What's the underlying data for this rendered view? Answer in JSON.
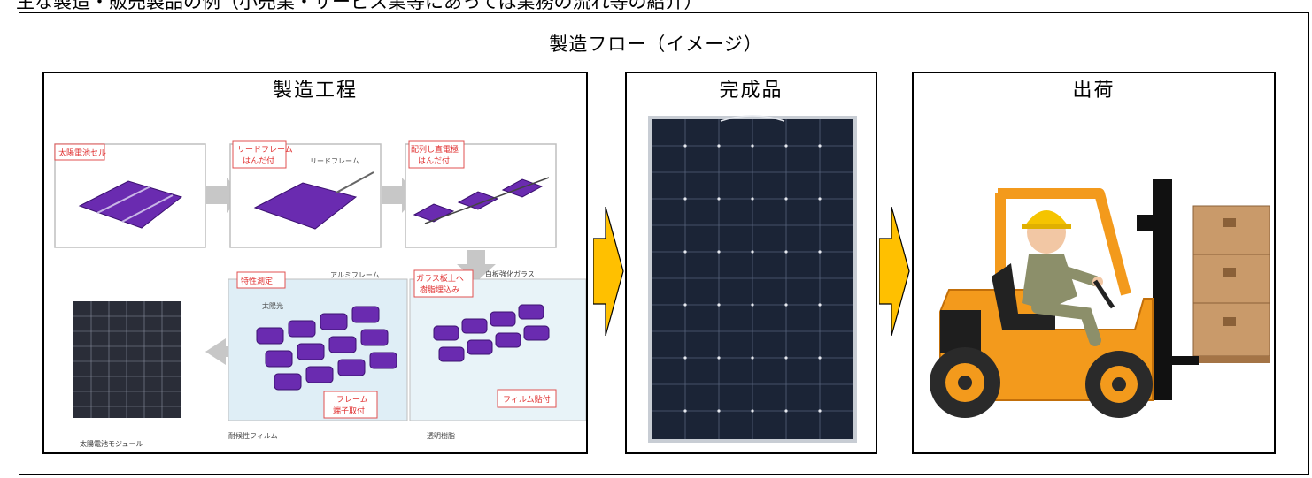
{
  "page": {
    "top_caption": "主な製造・販売製品の例（小売業・サービス業等にあっては業務の流れ等の紹介）",
    "flow_title": "製造フロー（イメージ）"
  },
  "panels": [
    {
      "header": "製造工程"
    },
    {
      "header": "完成品"
    },
    {
      "header": "出荷"
    }
  ],
  "process_labels": {
    "cell": "太陽電池セル",
    "leadframe_solder_1": "リードフレーム",
    "leadframe_solder_2": "はんだ付",
    "leadframe": "リードフレーム",
    "wiring_solder_1": "配列し直電極",
    "wiring_solder_2": "はんだ付",
    "measure": "特性測定",
    "aluminum_frame": "アルミフレーム",
    "sunlight": "太陽光",
    "glass_embed_1": "ガラス板上へ",
    "glass_embed_2": "樹脂埋込み",
    "tempered_glass": "白板強化ガラス",
    "frame_terminal_1": "フレーム",
    "frame_terminal_2": "端子取付",
    "film_attach": "フィルム貼付",
    "weather_film": "耐候性フィルム",
    "resin": "透明樹脂",
    "module": "太陽電池モジュール"
  },
  "colors": {
    "arrow_fill": "#FFC000",
    "panel_navy": "#1b2436",
    "cell_purple": "#6a2bb0",
    "forklift_orange": "#f39a1c",
    "box_brown": "#c99a6a"
  }
}
